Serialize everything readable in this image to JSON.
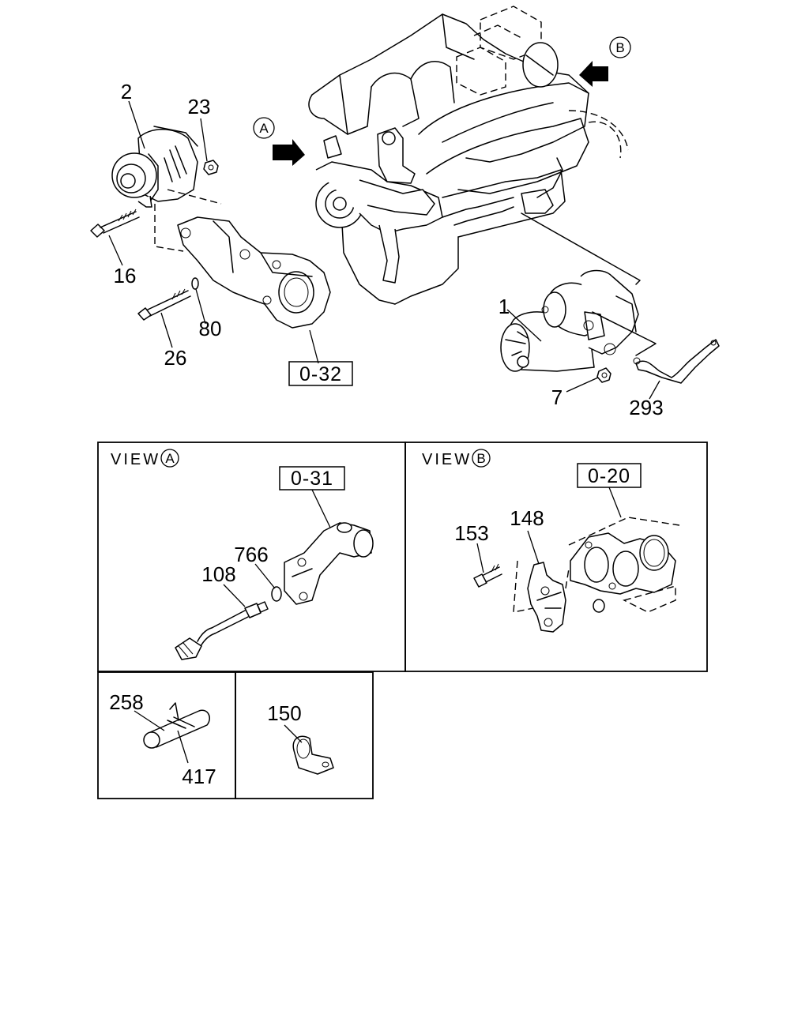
{
  "callouts": {
    "c2": "2",
    "c23": "23",
    "c16": "16",
    "c26": "26",
    "c80": "80",
    "c1": "1",
    "c7": "7",
    "c293": "293",
    "c108": "108",
    "c766": "766",
    "c153": "153",
    "c148": "148",
    "c258": "258",
    "c417": "417",
    "c150": "150"
  },
  "refs": {
    "r032": "0-32",
    "r031": "0-31",
    "r020": "0-20"
  },
  "views": {
    "a_prefix": "VIEW",
    "a_letter": "A",
    "b_prefix": "VIEW",
    "b_letter": "B"
  },
  "markers": {
    "a": "A",
    "b": "B"
  }
}
